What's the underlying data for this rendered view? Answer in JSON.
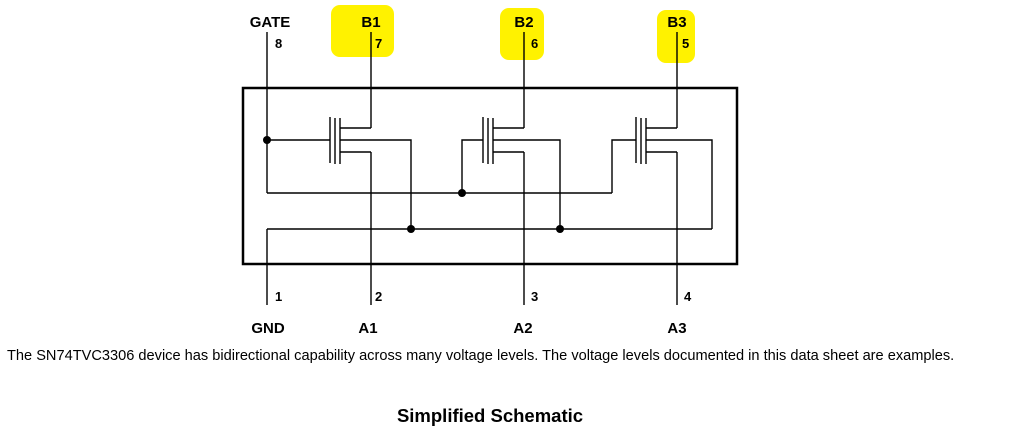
{
  "pins": {
    "gate": {
      "name": "GATE",
      "number": "8"
    },
    "b1": {
      "name": "B1",
      "number": "7"
    },
    "b2": {
      "name": "B2",
      "number": "6"
    },
    "b3": {
      "name": "B3",
      "number": "5"
    },
    "gnd": {
      "name": "GND",
      "number": "1"
    },
    "a1": {
      "name": "A1",
      "number": "2"
    },
    "a2": {
      "name": "A2",
      "number": "3"
    },
    "a3": {
      "name": "A3",
      "number": "4"
    }
  },
  "description": "The SN74TVC3306 device has bidirectional capability across many voltage levels. The voltage levels documented in this data sheet are examples.",
  "caption": "Simplified Schematic",
  "colors": {
    "highlight": "#fff200",
    "line": "#000000"
  }
}
